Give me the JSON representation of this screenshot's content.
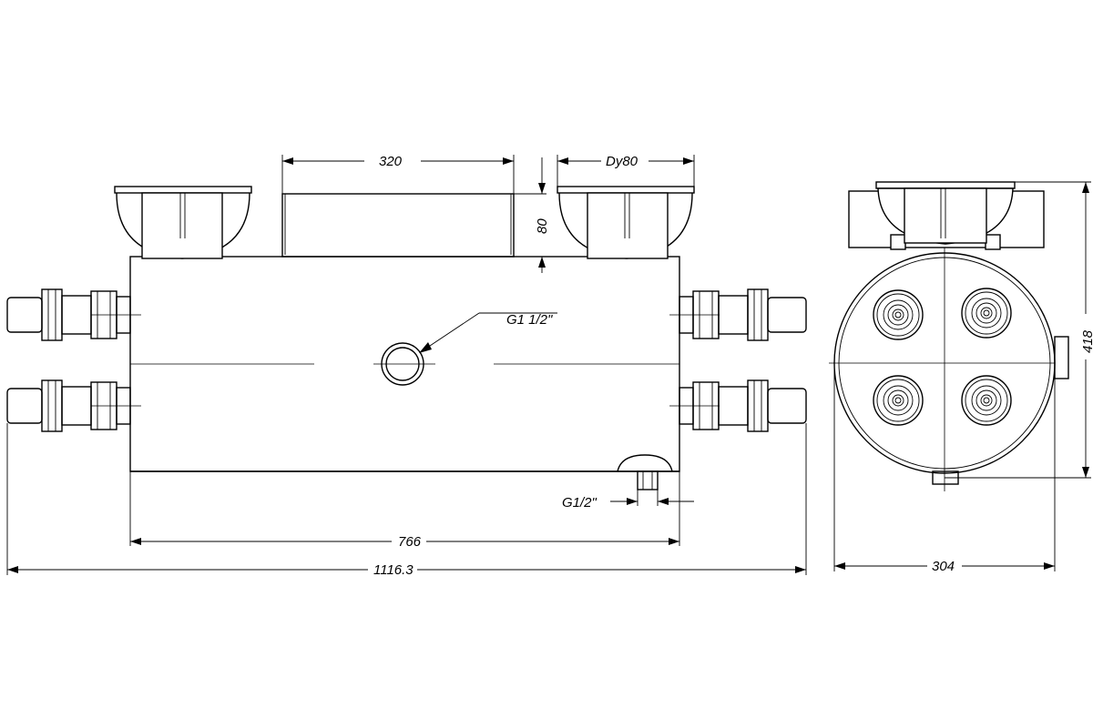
{
  "dimensions": {
    "top_width": "320",
    "top_height": "80",
    "flange": "Dy80",
    "body_length": "766",
    "overall_length": "1116.3",
    "end_width": "304",
    "end_height": "418"
  },
  "labels": {
    "side_port": "G1 1/2\"",
    "drain_port": "G1/2\""
  }
}
